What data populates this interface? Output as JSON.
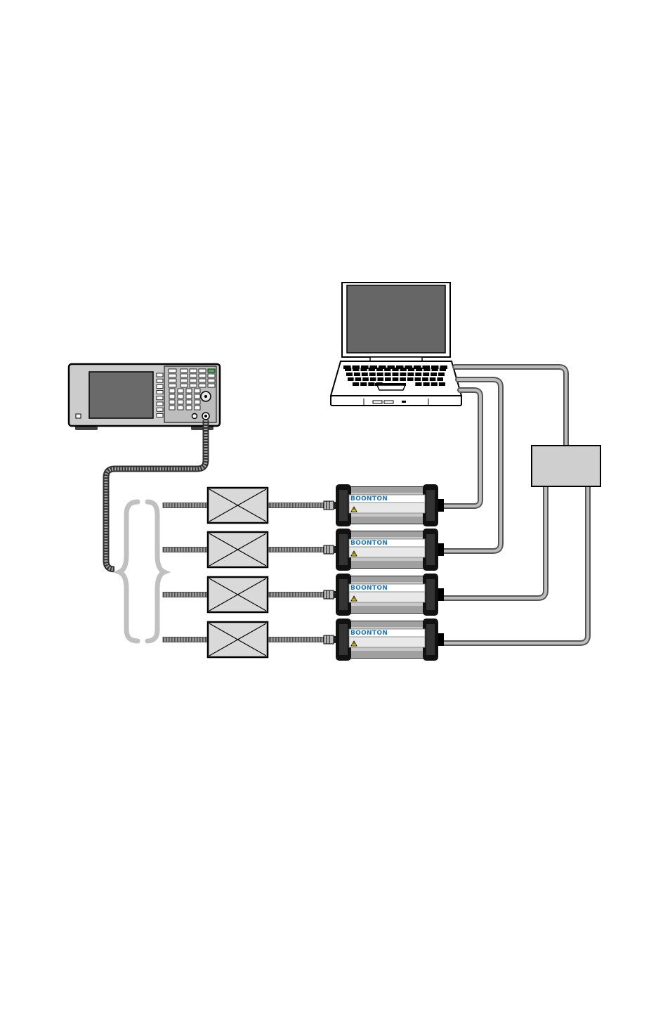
{
  "diagram": {
    "sensor_brand": "BOONTON",
    "sensor_count": 4,
    "colors": {
      "outline": "#000000",
      "cable": "#8a8a8a",
      "cable_highlight": "#c8c8c8",
      "screen": "#666666",
      "panel": "#d9d9d9",
      "brace": "#c0c0c0",
      "brand_blue": "#1a78c2",
      "warning_yellow": "#f2d600"
    },
    "icons": {
      "signal_generator": "signal-generator-icon",
      "laptop": "laptop-icon",
      "usb_hub": "usb-hub-box",
      "power_sensor": "power-sensor-icon",
      "dut": "device-under-test-box",
      "warning": "warning-triangle-icon",
      "brace": "curly-brace-icon"
    }
  }
}
